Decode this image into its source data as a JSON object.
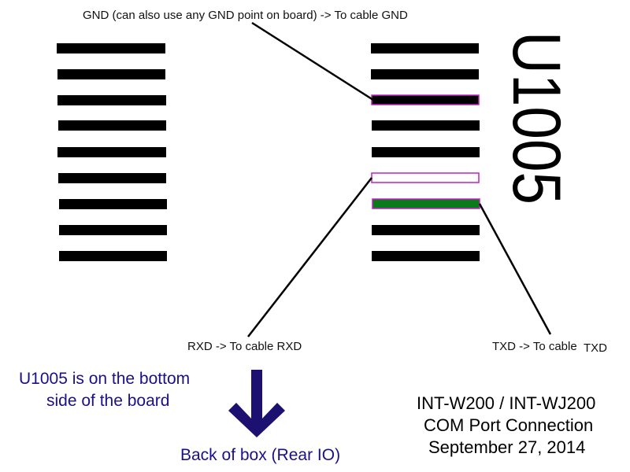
{
  "labels": {
    "gnd": "GND (can also use any GND point on board)  -> To cable GND",
    "rxd": "RXD -> To cable RXD",
    "txd_prefix": "TXD -> To cable",
    "txd_suffix": "TXD",
    "component": "U1005",
    "note_line1": "U1005 is on the bottom",
    "note_line2": "side of the board",
    "direction": "Back of box (Rear IO)",
    "title_line1": "INT-W200 / INT-WJ200",
    "title_line2": "COM Port Connection",
    "title_line3": "September 27, 2014"
  },
  "colors": {
    "pin": "#000000",
    "highlight_outline": "#c020c0",
    "txd_pin": "#0a7a1a",
    "note_text": "#1a1088",
    "arrow": "#1c1070"
  },
  "icons": {
    "arrow": "arrow-down-icon"
  },
  "header": {
    "left_pin_count": 9,
    "right_pin_count": 9,
    "gnd_pin": 3,
    "rxd_pin": 6,
    "txd_pin": 7
  }
}
